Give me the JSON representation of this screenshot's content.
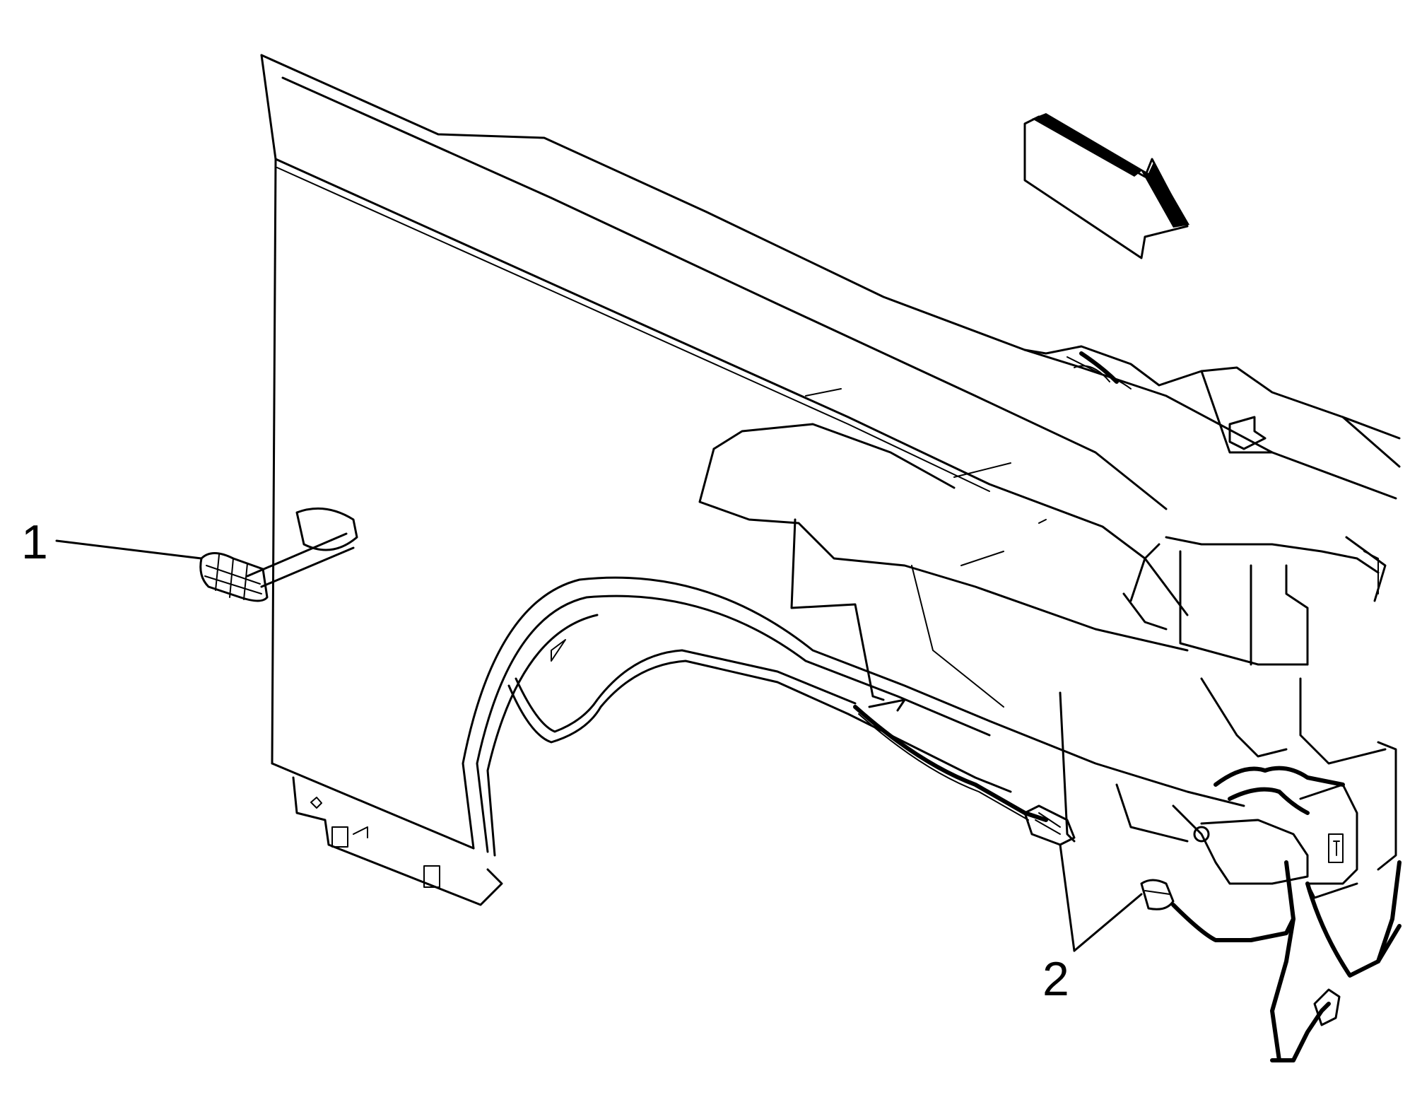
{
  "callouts": [
    {
      "id": "1",
      "label": "1"
    },
    {
      "id": "2",
      "label": "2"
    }
  ],
  "icons": {
    "direction_arrow": "forward-arrow-icon",
    "fender": "fender-panel",
    "side_marker_lamp": "side-marker-lamp",
    "wiring_harness": "wiring-harness"
  }
}
